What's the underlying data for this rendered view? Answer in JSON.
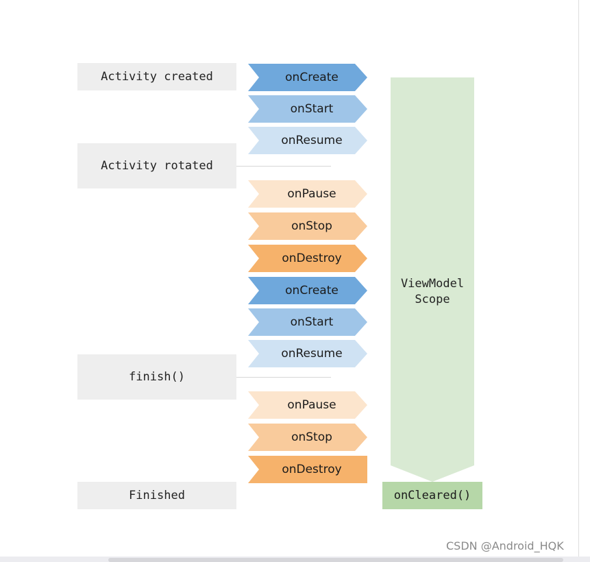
{
  "states": [
    {
      "label": "Activity created"
    },
    {
      "label": "Activity rotated"
    },
    {
      "label": "finish()"
    },
    {
      "label": "Finished"
    }
  ],
  "callbacks": [
    {
      "label": "onCreate",
      "color": "#6fa8dc"
    },
    {
      "label": "onStart",
      "color": "#9fc5e8"
    },
    {
      "label": "onResume",
      "color": "#cfe2f3"
    },
    {
      "label": "onPause",
      "color": "#fce5cd"
    },
    {
      "label": "onStop",
      "color": "#f9cb9c"
    },
    {
      "label": "onDestroy",
      "color": "#f6b26b"
    },
    {
      "label": "onCreate",
      "color": "#6fa8dc"
    },
    {
      "label": "onStart",
      "color": "#9fc5e8"
    },
    {
      "label": "onResume",
      "color": "#cfe2f3"
    },
    {
      "label": "onPause",
      "color": "#fce5cd"
    },
    {
      "label": "onStop",
      "color": "#f9cb9c"
    },
    {
      "label": "onDestroy",
      "color": "#f6b26b"
    }
  ],
  "scope": {
    "line1": "ViewModel",
    "line2": "Scope",
    "color": "#d9ead3"
  },
  "cleared": {
    "label": "onCleared()",
    "color": "#b6d7a8"
  },
  "watermark": "CSDN @Android_HQK"
}
